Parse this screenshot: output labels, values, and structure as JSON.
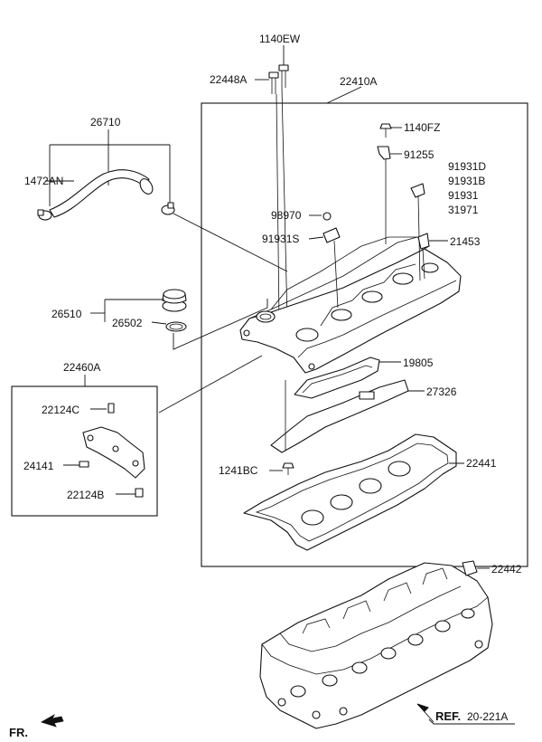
{
  "labels": {
    "p1140EW": "1140EW",
    "p22448A": "22448A",
    "p22410A": "22410A",
    "p26710": "26710",
    "p1140FZ": "1140FZ",
    "p91255": "91255",
    "p1472AN": "1472AN",
    "p91931D": "91931D",
    "p91931B": "91931B",
    "p91931": "91931",
    "p31971": "31971",
    "p98970": "98970",
    "p91931S": "91931S",
    "p21453": "21453",
    "p26510": "26510",
    "p26502": "26502",
    "p22460A": "22460A",
    "p19805": "19805",
    "p27326": "27326",
    "p22124C": "22124C",
    "p22441": "22441",
    "p24141": "24141",
    "p1241BC": "1241BC",
    "p22124B": "22124B",
    "p22442": "22442",
    "ref_prefix": "REF.",
    "ref_value": "20-221A",
    "front": "FR."
  }
}
